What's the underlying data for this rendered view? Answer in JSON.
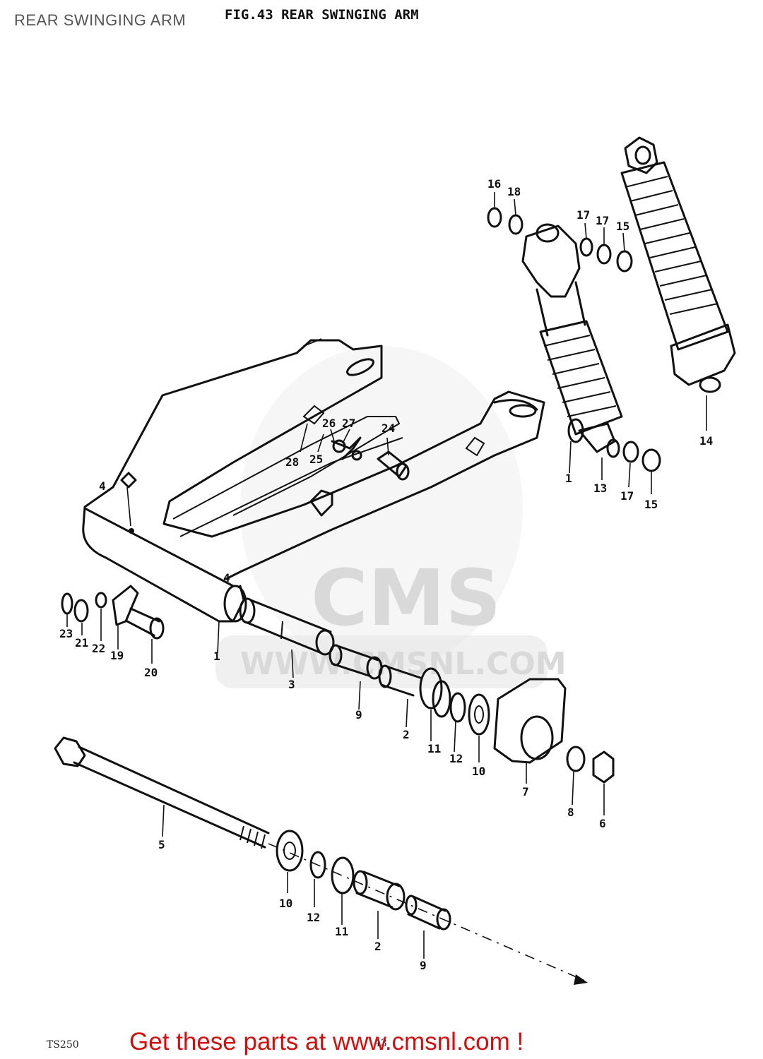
{
  "page_title": "REAR SWINGING ARM",
  "figure_title": "FIG.43  REAR SWINGING ARM",
  "model": "TS250",
  "page_number": "43",
  "promo": "Get these parts at www.cmsnl.com !",
  "watermark": {
    "brand": "CMS",
    "url": "WWW.CMSNL.COM"
  },
  "callouts": {
    "c1a": "1",
    "c1b": "1",
    "c2a": "2",
    "c2b": "2",
    "c3": "3",
    "c4a": "4",
    "c4b": "4",
    "c5": "5",
    "c6": "6",
    "c7": "7",
    "c8": "8",
    "c9a": "9",
    "c9b": "9",
    "c10a": "10",
    "c10b": "10",
    "c11a": "11",
    "c11b": "11",
    "c12a": "12",
    "c12b": "12",
    "c13": "13",
    "c14": "14",
    "c15a": "15",
    "c15b": "15",
    "c16": "16",
    "c17a": "17",
    "c17b": "17",
    "c17c": "17",
    "c18": "18",
    "c19": "19",
    "c20": "20",
    "c21": "21",
    "c22": "22",
    "c23": "23",
    "c24": "24",
    "c25": "25",
    "c26": "26",
    "c27": "27",
    "c28": "28"
  }
}
